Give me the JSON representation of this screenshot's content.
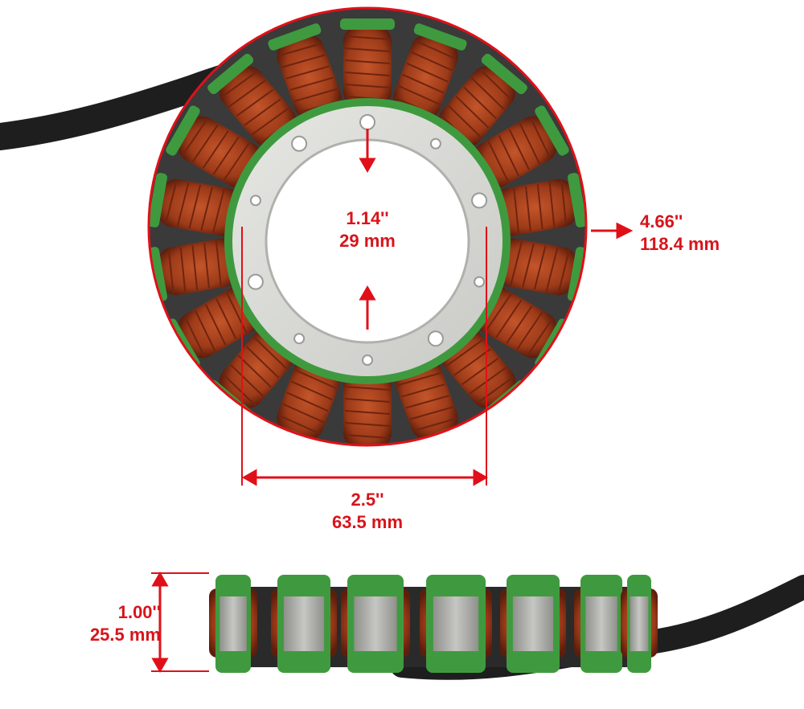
{
  "image": {
    "subject": "stator",
    "colors": {
      "dimension_red": "#e01018",
      "copper": "#a8431e",
      "copper_dark": "#6e2410",
      "insulator_green": "#3f9a3f",
      "plate_silver": "#d9dad6",
      "lamination_grey": "#a9aaa6",
      "cable_black": "#1e1e1e"
    }
  },
  "dimensions": {
    "outer_diameter": {
      "inch": "4.66''",
      "mm": "118.4 mm"
    },
    "inner_diameter": {
      "inch": "1.14''",
      "mm": "29 mm"
    },
    "bolt_spacing": {
      "inch": "2.5''",
      "mm": "63.5 mm"
    },
    "height": {
      "inch": "1.00''",
      "mm": "25.5 mm"
    }
  }
}
